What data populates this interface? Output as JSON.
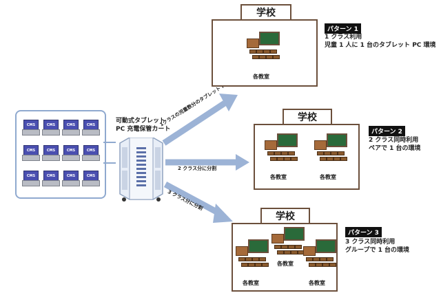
{
  "cart": {
    "label_line1": "可動式タブレット",
    "label_line2": "PC 充電保管カート"
  },
  "laptop_label": "CMS",
  "arrows": {
    "a1_label": "1クラスの児童数分のタブレット PC",
    "a2_label": "2 クラス分に分割",
    "a3_label": "3 クラス分に分割"
  },
  "schools": {
    "s1": {
      "title": "学校",
      "room": "各教室"
    },
    "s2": {
      "title": "学校",
      "room": "各教室"
    },
    "s3": {
      "title": "学校",
      "room": "各教室"
    }
  },
  "patterns": {
    "p1": {
      "badge": "パターン 1",
      "line1": "1 クラス利用",
      "line2": "児童 1 人に 1 台のタブレット PC 環境"
    },
    "p2": {
      "badge": "パターン 2",
      "line1": "2 クラス同時利用",
      "line2": "ペアで 1 台の環境"
    },
    "p3": {
      "badge": "パターン 3",
      "line1": "3 クラス同時利用",
      "line2": "グループで 1 台の環境"
    }
  },
  "colors": {
    "arrow": "#9cb3d6",
    "school_border": "#6b4f3b",
    "board": "#2a6a3a",
    "screen": "#4a4fb0"
  }
}
